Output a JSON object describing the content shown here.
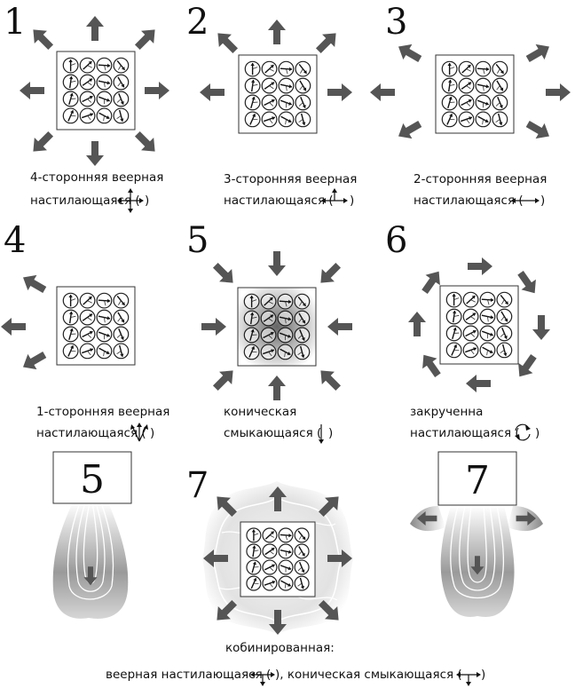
{
  "panels": [
    {
      "id": 1,
      "number": "1",
      "caption_lines": [
        "4-сторонняя веерная",
        "настилающаяся ("
      ],
      "caption_end": ")"
    },
    {
      "id": 2,
      "number": "2",
      "caption_lines": [
        "3-сторонняя веерная",
        "настилающаяся ("
      ],
      "caption_end": ")"
    },
    {
      "id": 3,
      "number": "3",
      "caption_lines": [
        "2-сторонняя веерная",
        "настилающаяся ("
      ],
      "caption_end": ")"
    },
    {
      "id": 4,
      "number": "4",
      "caption_lines": [
        "1-сторонняя веерная",
        "настилающаяся ("
      ],
      "caption_end": ")"
    },
    {
      "id": 5,
      "number": "5",
      "caption_lines": [
        "коническая",
        "смыкающаяся ("
      ],
      "caption_end": ")"
    },
    {
      "id": 6,
      "number": "6",
      "caption_lines": [
        "закрученна",
        "настилающаяся ("
      ],
      "caption_end": ")"
    }
  ],
  "bottom": {
    "left_box_label": "5",
    "center_number": "7",
    "right_box_label": "7",
    "combined_title": "кобинированная:",
    "combined_line_a": "веерная настилающаяся (",
    "combined_line_b": "), коническая смыкающаяся (",
    "combined_line_c": ")"
  },
  "colors": {
    "arrow": "#555555",
    "frame": "#333333",
    "text": "#111111"
  },
  "icons": {
    "arrow": "block-arrow-icon",
    "cell": "sprinkler-grid-cell-icon"
  }
}
